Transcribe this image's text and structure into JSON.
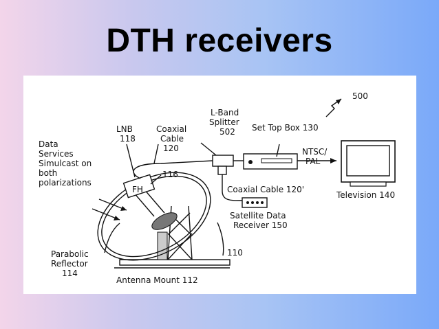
{
  "slide": {
    "title": "DTH receivers"
  },
  "diagram": {
    "labels": {
      "data_services": [
        "Data",
        "Services",
        "Simulcast on",
        "both",
        "polarizations"
      ],
      "lnb": [
        "LNB",
        "118"
      ],
      "coaxial_cable": [
        "Coaxial",
        "Cable",
        "120"
      ],
      "ref_116": "116",
      "fh": "FH",
      "splitter": [
        "L-Band",
        "Splitter",
        "502"
      ],
      "set_top_box": "Set Top Box 130",
      "ref_500": "500",
      "ntsc_pal": [
        "NTSC/",
        "PAL"
      ],
      "television": "Television 140",
      "coax_120p": "Coaxial Cable 120'",
      "sat_data_receiver": [
        "Satellite Data",
        "Receiver 150"
      ],
      "parabolic_reflector": [
        "Parabolic",
        "Reflector",
        "114"
      ],
      "ref_110": "110",
      "antenna_mount": "Antenna Mount 112"
    }
  }
}
